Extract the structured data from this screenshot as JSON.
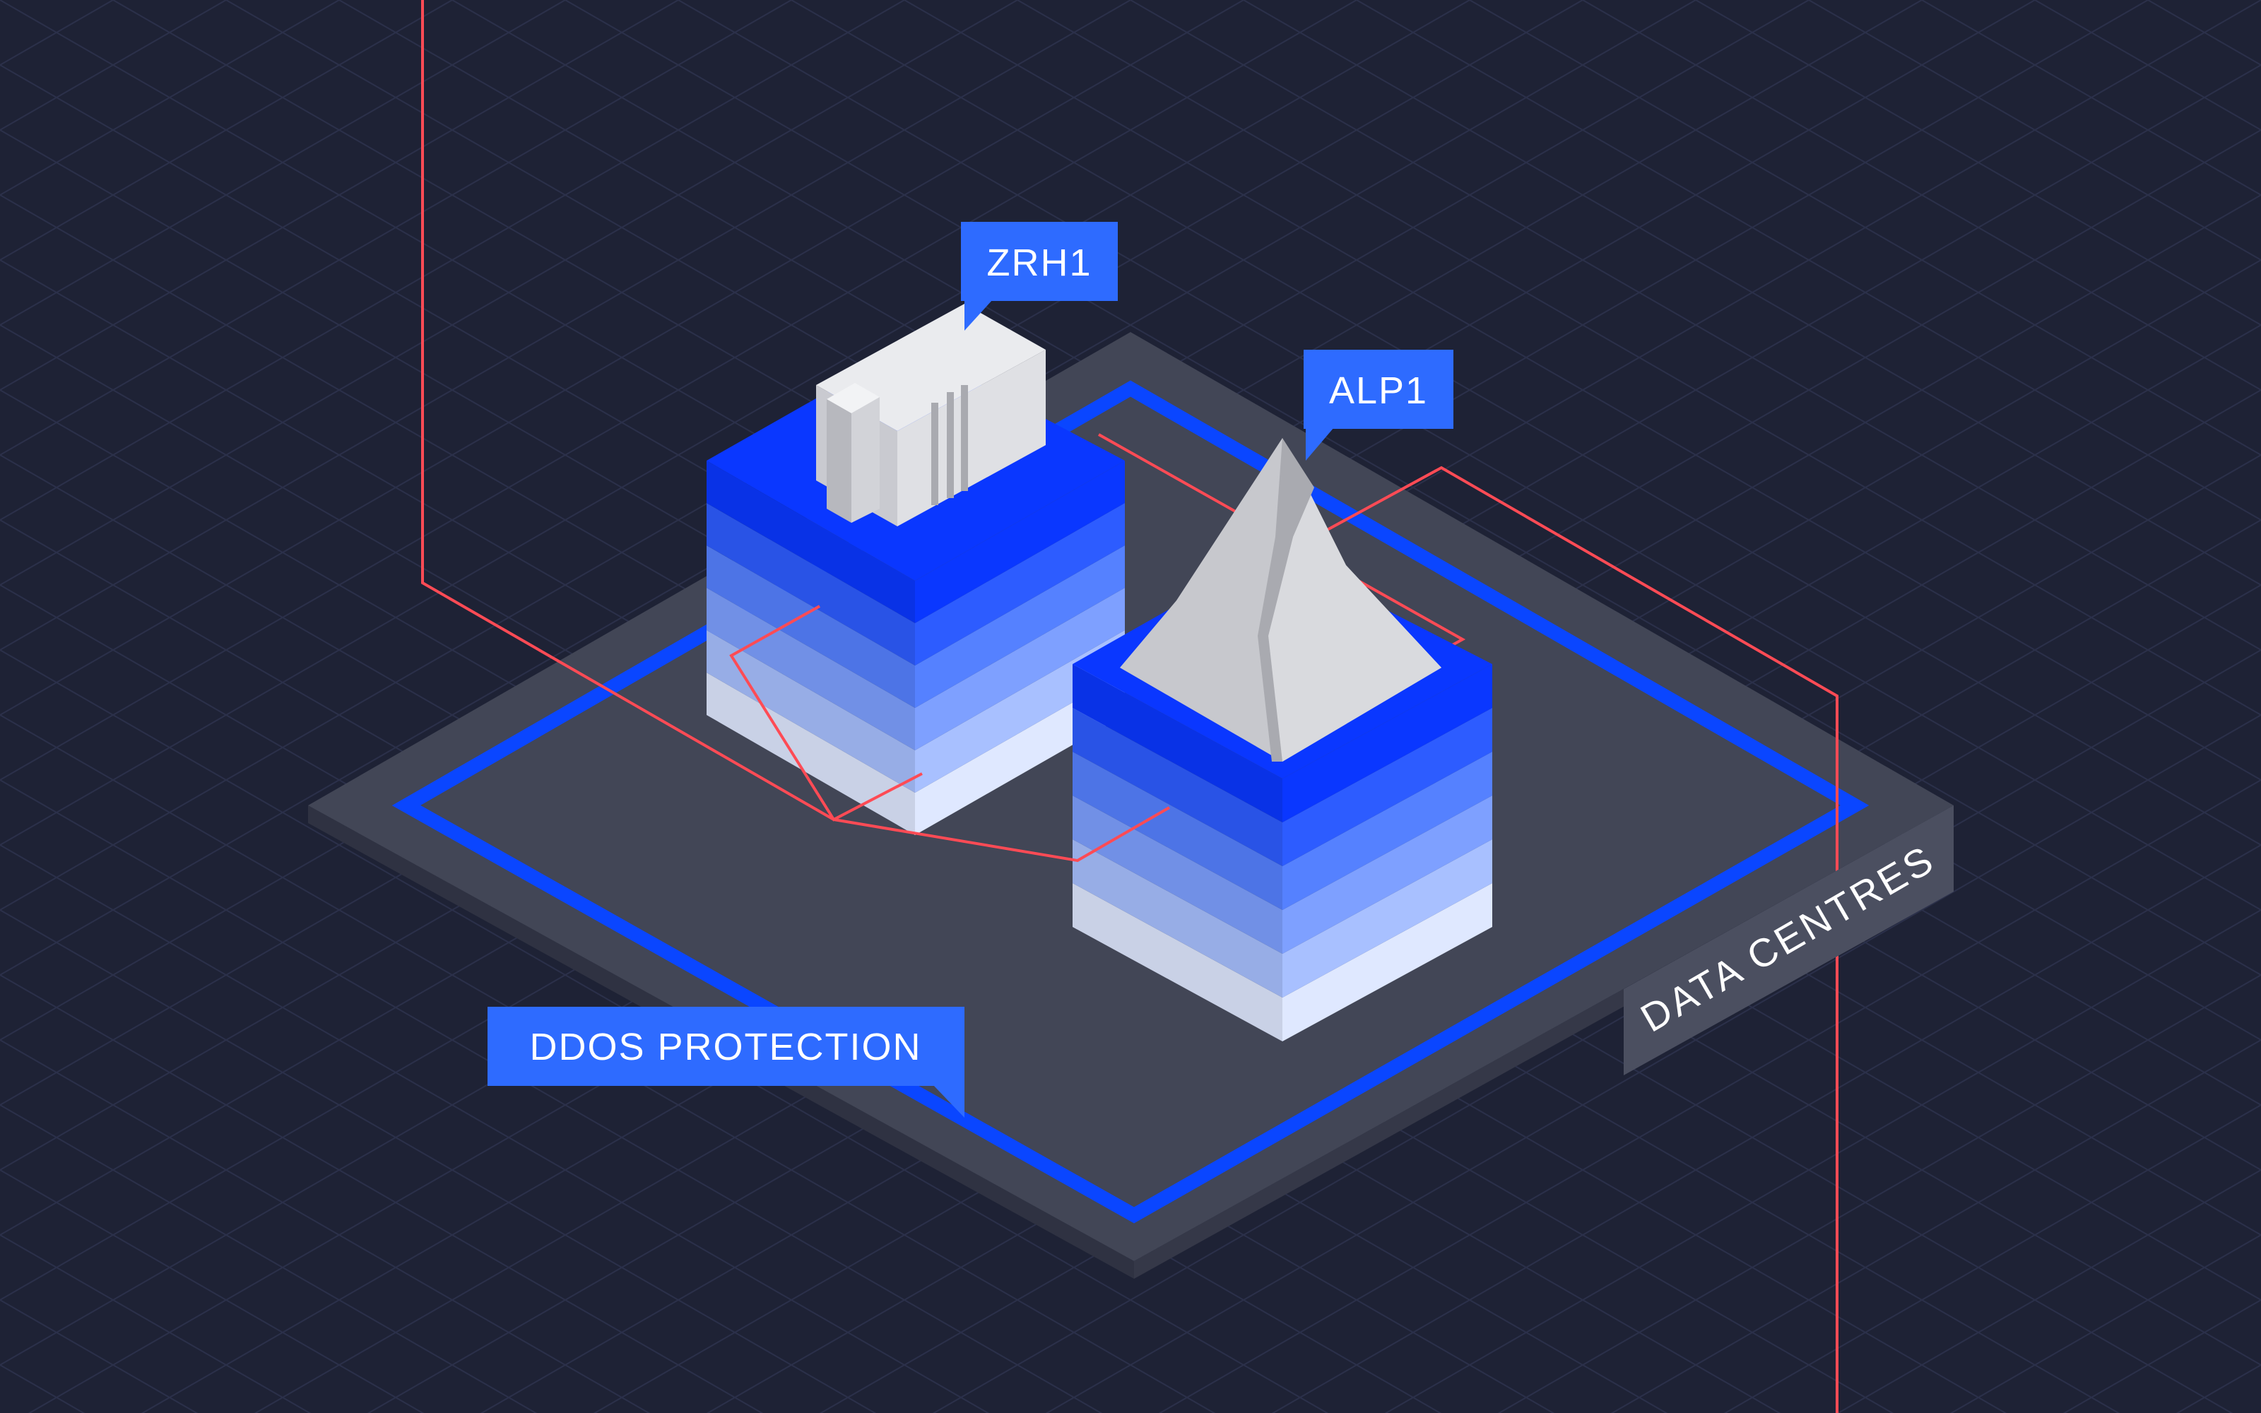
{
  "labels": {
    "zrh1": "ZRH1",
    "alp1": "ALP1",
    "ddos_protection": "DDOS PROTECTION",
    "data_centres": "DATA CENTRES"
  },
  "colors": {
    "background": "#1e2235",
    "grid": "#2b304a",
    "platform_top": "#424656",
    "platform_side": "#353848",
    "network_ring": "#0a46ff",
    "connection_line": "#ff4b55",
    "tag_fill": "#2e6bff",
    "layer_1": "#0a37ff",
    "layer_2": "#2d5cff",
    "layer_3": "#5581ff",
    "layer_4": "#7ea0ff",
    "layer_5": "#a8c0ff",
    "layer_6": "#dfe8ff"
  }
}
